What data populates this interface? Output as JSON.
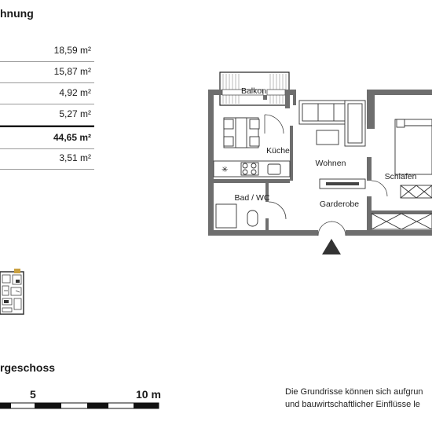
{
  "header": {
    "title": "hnung"
  },
  "areas": [
    {
      "value": "18,59 m²",
      "total": false
    },
    {
      "value": "15,87 m²",
      "total": false
    },
    {
      "value": "4,92 m²",
      "total": false
    },
    {
      "value": "5,27 m²",
      "total": false
    },
    {
      "value": "44,65 m²",
      "total": true
    },
    {
      "value": "3,51 m²",
      "total": false
    }
  ],
  "plan": {
    "rooms": {
      "balkon": "Balkon",
      "kueche": "Küche",
      "wohnen": "Wohnen",
      "schlafen": "Schlafen",
      "bad": "Bad / WC",
      "garderobe": "Garderobe"
    }
  },
  "floor": {
    "label": "rgeschoss"
  },
  "scale": {
    "mid": "5",
    "end": "10 m"
  },
  "note": {
    "line1": "Die Grundrisse können sich aufgrun",
    "line2": "und bauwirtschaftlicher Einflüsse le"
  }
}
